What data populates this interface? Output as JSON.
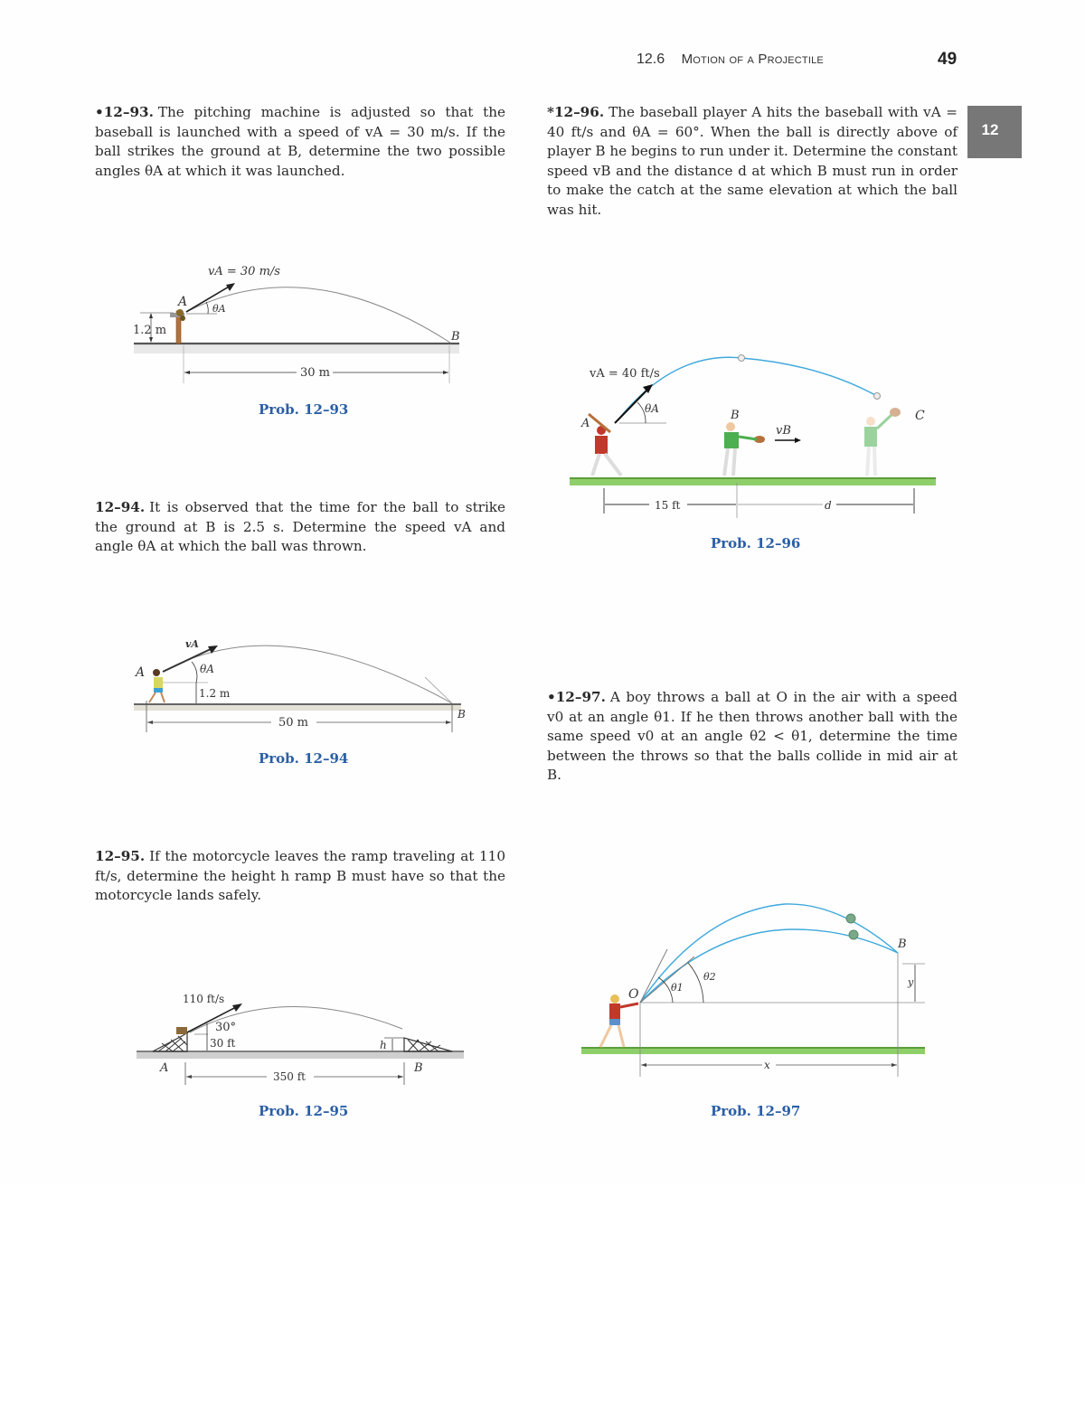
{
  "header": {
    "section_number": "12.6",
    "section_title": "Motion of a Projectile",
    "page_number": "49"
  },
  "chapter_tab": {
    "label": "12",
    "color": "#777777"
  },
  "problems": [
    {
      "id": "12-93",
      "marker": "•",
      "number": "12–93.",
      "text": "The pitching machine is adjusted so that the baseball is launched with a speed of vA = 30 m/s. If the ball strikes the ground at B, determine the two possible angles θA at which it was launched.",
      "caption": "Prob. 12–93",
      "figure": {
        "velocity_label": "vA = 30 m/s",
        "angle_label": "θA",
        "point_a": "A",
        "point_b": "B",
        "height_label": "1.2 m",
        "distance_label": "30 m"
      }
    },
    {
      "id": "12-94",
      "marker": "",
      "number": "12–94.",
      "text": "It is observed that the time for the ball to strike the ground at B is 2.5 s. Determine the speed vA and angle θA at which the ball was thrown.",
      "caption": "Prob. 12–94",
      "figure": {
        "velocity_label": "vA",
        "angle_label": "θA",
        "point_a": "A",
        "point_b": "B",
        "height_label": "1.2 m",
        "distance_label": "50 m"
      }
    },
    {
      "id": "12-95",
      "marker": "",
      "number": "12–95.",
      "text": "If the motorcycle leaves the ramp traveling at 110 ft/s, determine the height h ramp B must have so that the motorcycle lands safely.",
      "caption": "Prob. 12–95",
      "figure": {
        "velocity_label": "110 ft/s",
        "angle_label": "30°",
        "height_label": "30 ft",
        "ramp_height_label": "h",
        "point_a": "A",
        "point_b": "B",
        "distance_label": "350 ft"
      }
    },
    {
      "id": "12-96",
      "marker": "*",
      "number": "12–96.",
      "text": "The baseball player A hits the baseball with vA = 40 ft/s and θA = 60°. When the ball is directly above of player B he begins to run under it. Determine the constant speed vB and the distance d at which B must run in order to make the catch at the same elevation at which the ball was hit.",
      "caption": "Prob. 12–96",
      "figure": {
        "velocity_label": "vA = 40 ft/s",
        "angle_label": "θA",
        "point_a": "A",
        "point_b": "B",
        "point_c": "C",
        "runner_velocity_label": "vB",
        "distance_label": "15 ft",
        "distance_d_label": "d"
      }
    },
    {
      "id": "12-97",
      "marker": "•",
      "number": "12–97.",
      "text": "A boy throws a ball at O in the air with a speed v0 at an angle θ1. If he then throws another ball with the same speed v0 at an angle θ2 < θ1, determine the time between the throws so that the balls collide in mid air at B.",
      "caption": "Prob. 12–97",
      "figure": {
        "point_o": "O",
        "point_b": "B",
        "angle1_label": "θ1",
        "angle2_label": "θ2",
        "height_label": "y",
        "distance_label": "x"
      }
    }
  ],
  "colors": {
    "caption_blue": "#2b5fa6",
    "trajectory_blue": "#3fa9dc",
    "grass_green": "#6cb84a",
    "ground_gray": "#9a9a9a"
  }
}
